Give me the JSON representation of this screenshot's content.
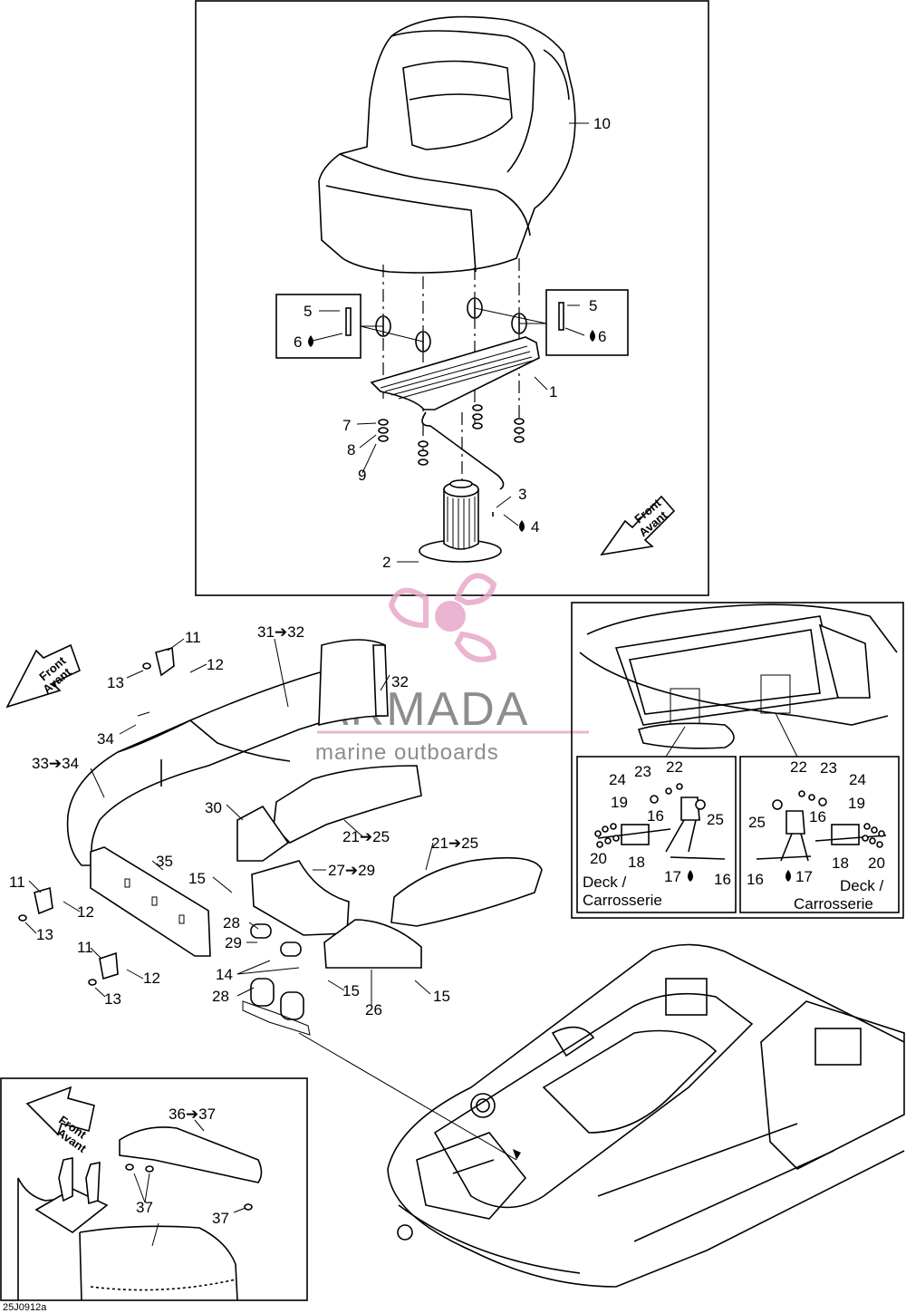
{
  "diagram_id": "25J0912a",
  "front_label": "Front",
  "avant_label": "Avant",
  "deck_label": "Deck /",
  "carrosserie_label": "Carrosserie",
  "watermark": {
    "brand": "ARMADA",
    "tagline": "marine outboards",
    "pink": "#e8a7c8",
    "grey": "#7a7a7a"
  },
  "callouts": {
    "c1": "1",
    "c2": "2",
    "c3": "3",
    "c4": "4",
    "c5a": "5",
    "c5b": "5",
    "c6a": "6",
    "c6b": "6",
    "c7": "7",
    "c8": "8",
    "c9": "9",
    "c10": "10",
    "c11a": "11",
    "c11b": "11",
    "c11c": "11",
    "c12a": "12",
    "c12b": "12",
    "c12c": "12",
    "c13a": "13",
    "c13b": "13",
    "c13c": "13",
    "c14": "14",
    "c15a": "15",
    "c15b": "15",
    "c15c": "15",
    "c16a": "16",
    "c16b": "16",
    "c16c": "16",
    "c16d": "16",
    "c17a": "17",
    "c17b": "17",
    "c18a": "18",
    "c18b": "18",
    "c19a": "19",
    "c19b": "19",
    "c20a": "20",
    "c20b": "20",
    "c2125a": "21➔25",
    "c2125b": "21➔25",
    "c22a": "22",
    "c22b": "22",
    "c23a": "23",
    "c23b": "23",
    "c24a": "24",
    "c24b": "24",
    "c25a": "25",
    "c25b": "25",
    "c26": "26",
    "c2729": "27➔29",
    "c28a": "28",
    "c28b": "28",
    "c29": "29",
    "c30": "30",
    "c3132": "31➔32",
    "c32": "32",
    "c3334": "33➔34",
    "c34": "34",
    "c35": "35",
    "c3637": "36➔37",
    "c37a": "37",
    "c37b": "37"
  }
}
